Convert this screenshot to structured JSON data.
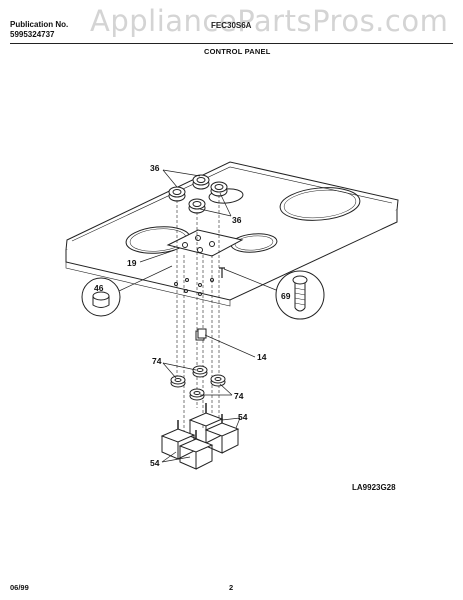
{
  "header": {
    "publication_label": "Publication No.",
    "publication_number": "5995324737",
    "model": "FEC30S6A",
    "section_title": "CONTROL PANEL"
  },
  "watermark": "AppliancePartsPros.com",
  "callouts": {
    "p36_top": "36",
    "p36_bottom": "36",
    "p19": "19",
    "p69": "69",
    "p46": "46",
    "p14": "14",
    "p74_left": "74",
    "p74_right": "74",
    "p54_right": "54",
    "p54_left": "54"
  },
  "figure_code": "LA9923G28",
  "footer": {
    "date": "06/99",
    "page": "2"
  }
}
